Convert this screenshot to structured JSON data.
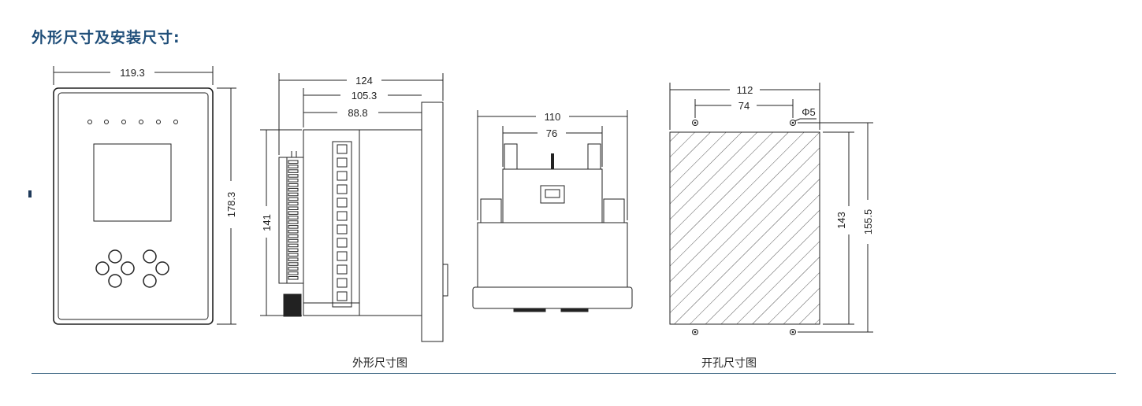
{
  "title": "外形尺寸及安装尺寸:",
  "captions": {
    "outline": "外形尺寸图",
    "cutout": "开孔尺寸图"
  },
  "dimensions": {
    "front_width": "119.3",
    "front_height": "178.3",
    "side_total": "124",
    "side_mid": "105.3",
    "side_body": "88.8",
    "side_height": "141",
    "top_width": "110",
    "top_inner": "76",
    "cut_width": "112",
    "cut_hole_spacing": "74",
    "cut_hole_dia": "Φ5",
    "cut_height": "143",
    "cut_total_height": "155.5"
  },
  "colors": {
    "title": "#1f4e79",
    "rule": "#2e5b7a"
  }
}
